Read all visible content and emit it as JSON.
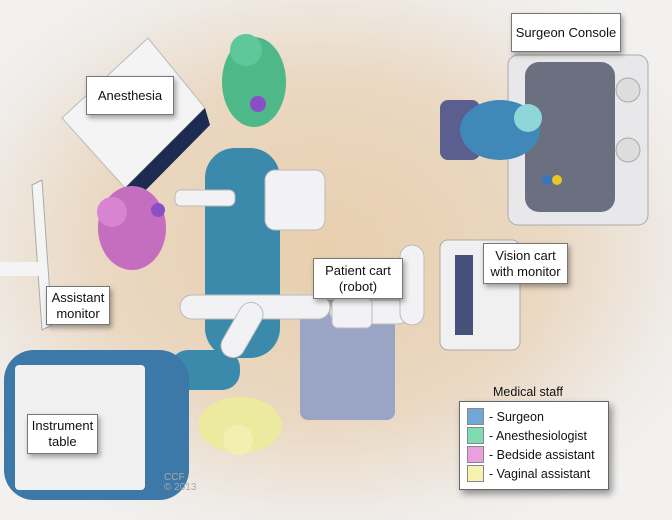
{
  "labels": {
    "surgeon_console": "Surgeon Console",
    "anesthesia": "Anesthesia",
    "vision_cart": "Vision cart with monitor",
    "patient_cart": "Patient cart (robot)",
    "assistant_monitor": "Assistant monitor",
    "instrument_table": "Instrument table"
  },
  "legend": {
    "title": "Medical staff",
    "items": [
      {
        "label": "- Surgeon",
        "color": "#6fa8d8"
      },
      {
        "label": "- Anesthesiologist",
        "color": "#7fdcb0"
      },
      {
        "label": "- Bedside assistant",
        "color": "#e8a0de"
      },
      {
        "label": "- Vaginal assistant",
        "color": "#f6f2b0"
      }
    ]
  },
  "credit": {
    "line1": "CCF",
    "line2": "© 2013"
  }
}
